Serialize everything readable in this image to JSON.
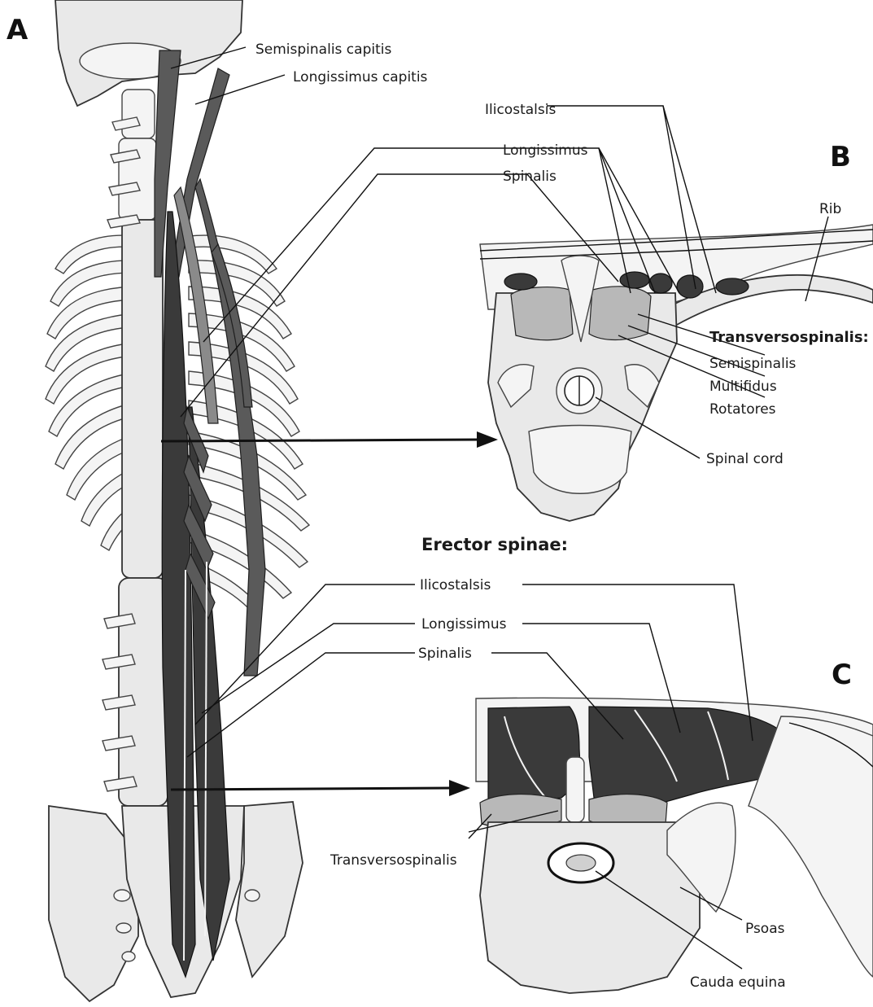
{
  "panels": {
    "a": "A",
    "b": "B",
    "c": "C"
  },
  "labels": {
    "semispinalis_capitis": "Semispinalis capitis",
    "longissimus_capitis": "Longissimus capitis",
    "ilicostalsis_b": "Ilicostalsis",
    "longissimus_b": "Longissimus",
    "spinalis_b": "Spinalis",
    "rib": "Rib",
    "transversospinalis_header": "Transversospinalis:",
    "semispinalis": "Semispinalis",
    "multifidus": "Multifidus",
    "rotatores": "Rotatores",
    "spinal_cord": "Spinal cord",
    "erector_spinae_header": "Erector spinae:",
    "ilicostalsis_c": "Ilicostalsis",
    "longissimus_c": "Longissimus",
    "spinalis_c": "Spinalis",
    "transversospinalis_c": "Transversospinalis",
    "psoas": "Psoas",
    "cauda_equina": "Cauda equina"
  }
}
